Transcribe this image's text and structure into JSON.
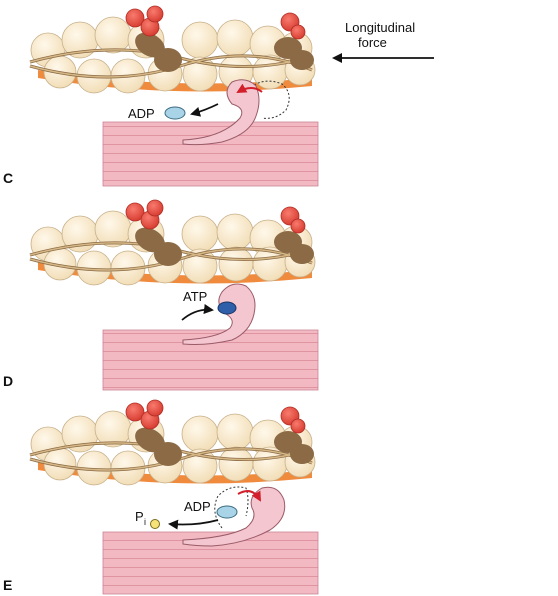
{
  "panels": [
    {
      "letter": "C",
      "nucleotide": "ADP",
      "force_label_line1": "Longitudinal",
      "force_label_line2": "force"
    },
    {
      "letter": "D",
      "nucleotide": "ATP"
    },
    {
      "letter": "E",
      "nucleotide": "ADP",
      "phosphate_label": "P",
      "phosphate_sub": "i"
    }
  ],
  "colors": {
    "actin_bead": "#f7e6c4",
    "tropomyosin": "#a9804e",
    "troponin_brown": "#8b6a45",
    "troponin_red": "#e8473a",
    "myosin_head": "#f4c6cf",
    "thick_filament": "#eeb0bb",
    "adp": "#a9d4e8",
    "atp": "#2f5fa8",
    "phosphate": "#f7e27a",
    "rotation_arrow": "#d21f2b"
  },
  "icons": [
    "actin-filament",
    "troponin-complex",
    "myosin-head",
    "thick-filament",
    "nucleotide-icon",
    "arrow-icon"
  ]
}
